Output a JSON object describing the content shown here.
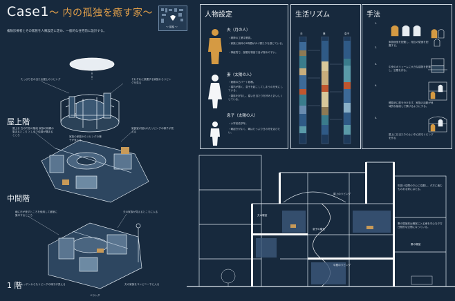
{
  "header": {
    "title_en": "Case1",
    "title_jp": "～ 内の孤独を癒す家～",
    "subtitle": "複数診療者とその家族を人類設定に定め、一般的な住宅前に設計する。"
  },
  "logo": {
    "caption": "～ 孤独 ～"
  },
  "floors": {
    "rooftop": "屋上階",
    "middle": "中間階",
    "first": "1 階"
  },
  "notes": {
    "n1": "たっぷり日の当たる屋上のリビング",
    "n2": "それぞれに設置する家族からリビングを見る",
    "n3": "屋上ま 古の円形の階段 家族の様親の集まるところ としまで佳調が構まるところ",
    "n4": "家族室が囲われたリビングの様子が見える",
    "n5": "家族の家庭からリビングの様子が見える",
    "n6": "横に日が差すところを使用して廊室に集中するところ",
    "n7": "夫の家族が見えるところに入る",
    "n8": "キッチンからもリビングの様子が見える",
    "n9": "夫の家族をコンビニー下に入る",
    "n10": "ベランダ"
  },
  "persona": {
    "title": "人物設定",
    "husband": {
      "name": "夫（月の人）",
      "lines": [
        "・精神の工業中業員。",
        "・家族と無料の3時間がゆく寝たりを感じている。",
        "・神経質で、部屋を物音で目が覚めやすい。"
      ]
    },
    "wife": {
      "name": "妻（太陽の人）",
      "lines": [
        "・勤務の方パート勤務。",
        "・寝坊が悪く、息子を起こしてしまうのを気にしている。",
        "・雑誌を好まし、嬉い日当たりを好みとおいしくしている。"
      ]
    },
    "son": {
      "name": "息子（太陽の人）",
      "lines": [
        "・小学校低学年。",
        "・朝起きがよく、朝はたっぷり日の光を浴びたい。"
      ]
    }
  },
  "rhythm": {
    "title": "生活リズム",
    "columns": [
      "夫",
      "妻",
      "息子"
    ]
  },
  "method": {
    "title": "手法",
    "steps": [
      {
        "num": "1.",
        "text": ""
      },
      {
        "num": "2.",
        "text": "家族個室を配置し、相互の壁面を配置する。"
      },
      {
        "num": "3.",
        "text": "中央のボリュームに大きな建物を配置し、空間を作る。"
      },
      {
        "num": "4.",
        "text": "螺旋状に庭を分けます、家族の活動が地域的な接続しで預けるようにする。"
      },
      {
        "num": "5.",
        "text": "屋上に日当たりのよい中心的なリビングを作る"
      }
    ]
  },
  "section": {
    "labels": {
      "rooftop_living": "屋上のリビング",
      "husband_room": "夫の寝室",
      "wife_room": "妻の寝室",
      "son_room": "息子の寝室",
      "living": "中庭のリビング",
      "note_a": "吹抜け空間の中心に位置し、夕方に進むものある家にはたる。",
      "note_b": "妻の寝室前は確実に入る東を中心な夕方日照的な空間になっている。"
    }
  },
  "chart_data": {
    "type": "table",
    "columns": [
      "夫",
      "妻",
      "息子"
    ]
  }
}
